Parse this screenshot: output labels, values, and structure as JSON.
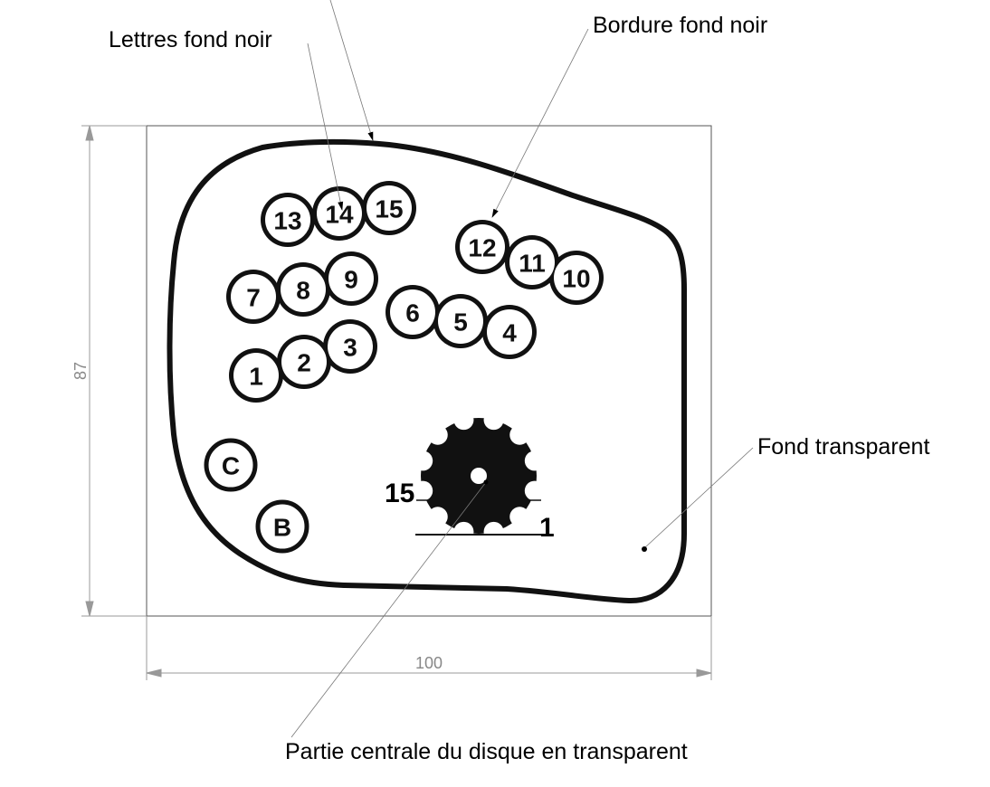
{
  "labels": {
    "letters": "Lettres fond noir",
    "border": "Bordure fond noir",
    "background": "Fond transparent",
    "center": "Partie centrale du disque en transparent"
  },
  "dimensions": {
    "height": "87",
    "width": "100"
  },
  "bubble_groups": [
    [
      "13",
      "14",
      "15"
    ],
    [
      "12",
      "11",
      "10"
    ],
    [
      "7",
      "8",
      "9"
    ],
    [
      "6",
      "5",
      "4"
    ],
    [
      "1",
      "2",
      "3"
    ]
  ],
  "single_bubbles": [
    "C",
    "B"
  ],
  "disc_labels": {
    "start": "1",
    "end": "15"
  }
}
